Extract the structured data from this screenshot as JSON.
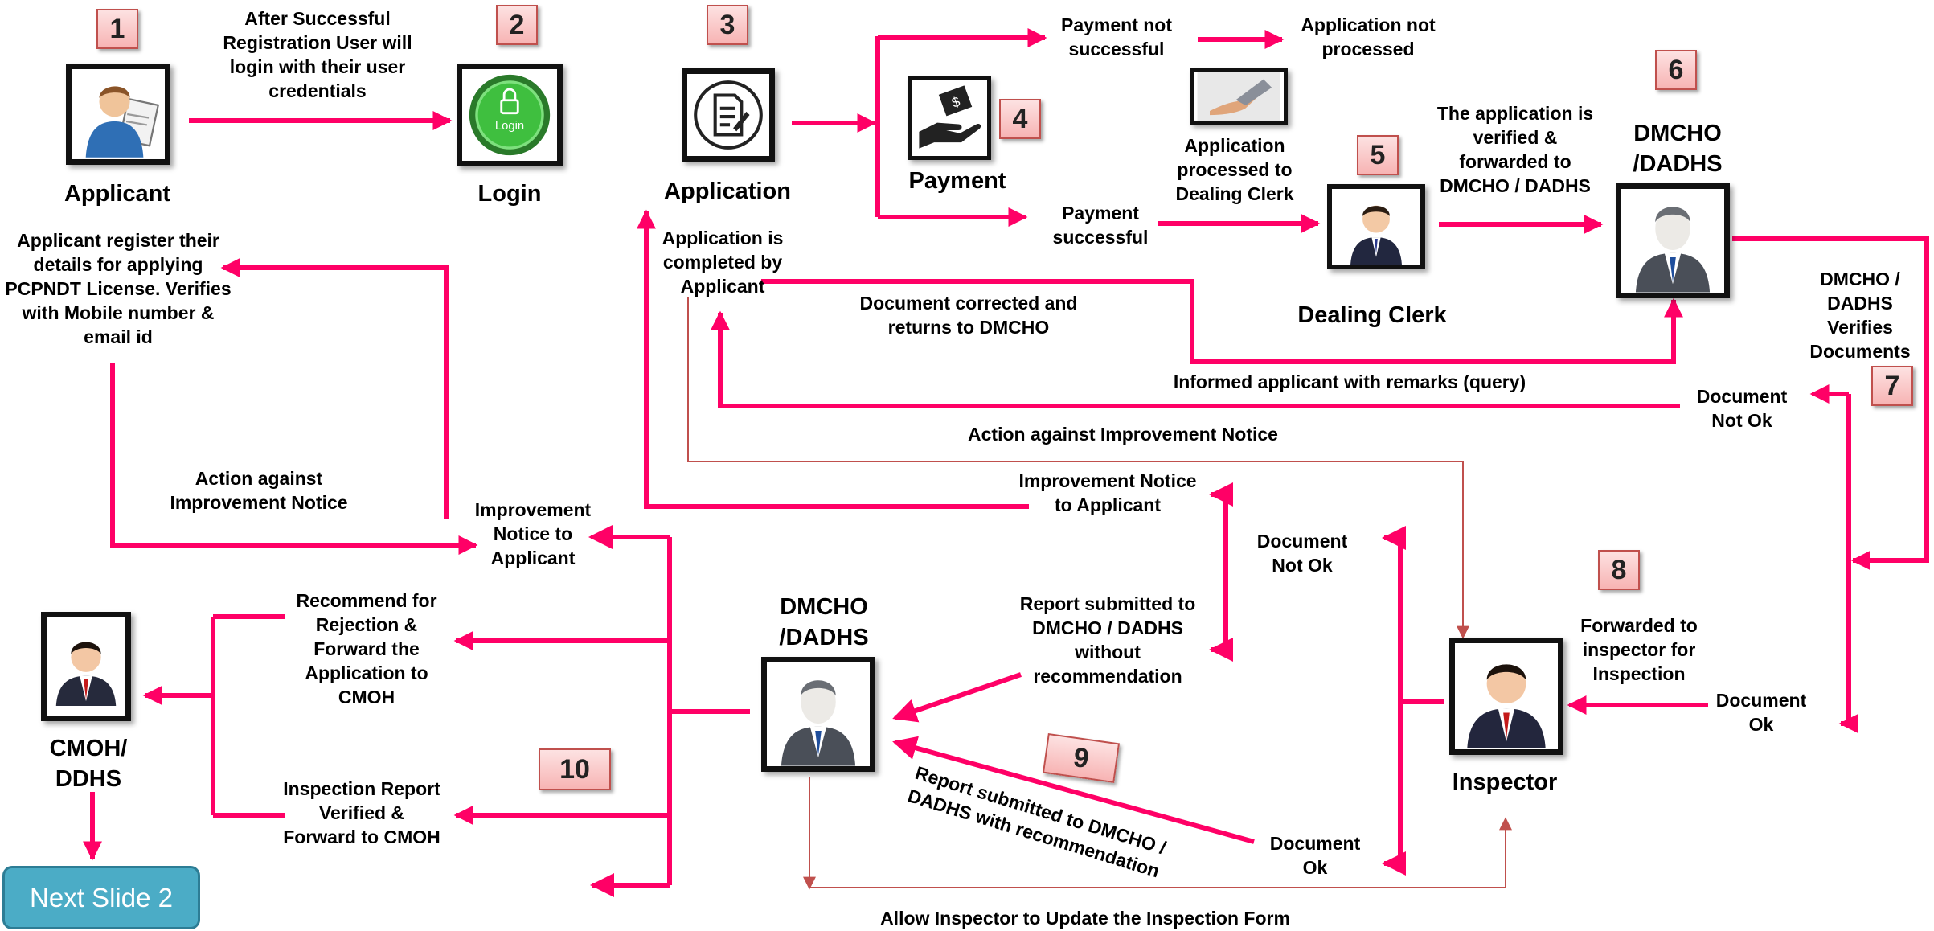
{
  "colors": {
    "connector": "#ff0066",
    "thin_connector": "#c0504d",
    "badge_fill": "#f7b4b4",
    "badge_border": "#c0504d",
    "next_button": "#4bacc6"
  },
  "steps": {
    "s1": "1",
    "s2": "2",
    "s3": "3",
    "s4": "4",
    "s5": "5",
    "s6": "6",
    "s7": "7",
    "s8": "8",
    "s9": "9",
    "s10": "10"
  },
  "nodes": {
    "applicant": {
      "label": "Applicant",
      "icon": "applicant-user-icon"
    },
    "login": {
      "label": "Login",
      "icon": "login-lock-button-icon"
    },
    "application": {
      "label": "Application",
      "icon": "application-document-icon"
    },
    "payment": {
      "label": "Payment",
      "icon": "payment-hand-icon"
    },
    "dealing_clerk": {
      "label": "Dealing Clerk",
      "icon": "clerk-person-icon"
    },
    "dmcho_top": {
      "label": "DMCHO\n/DADHS",
      "icon": "dmcho-officer-icon"
    },
    "dmcho_mid": {
      "label": "DMCHO\n/DADHS",
      "icon": "dmcho-officer-icon"
    },
    "inspector": {
      "label": "Inspector",
      "icon": "inspector-person-icon"
    },
    "cmoh": {
      "label": "CMOH/\nDDHS",
      "icon": "cmoh-person-icon"
    },
    "processed_icon": "hand-document-icon"
  },
  "texts": {
    "after_registration": "After Successful\nRegistration User will\nlogin with their user\ncredentials",
    "payment_not_successful": "Payment not\nsuccessful",
    "application_not_processed": "Application not\nprocessed",
    "application_processed": "Application\nprocessed to\nDealing Clerk",
    "verified_forwarded": "The application is\nverified &\nforwarded to\nDMCHO / DADHS",
    "payment_successful": "Payment\nsuccessful",
    "register_details": "Applicant register their\ndetails for applying\nPCPNDT License. Verifies\nwith Mobile number &\nemail id",
    "completed_by_applicant": "Application is\ncompleted by\nApplicant",
    "doc_corrected": "Document corrected and\nreturns to DMCHO",
    "dmcho_verifies": "DMCHO /\nDADHS Verifies\nDocuments",
    "informed_applicant": "Informed applicant with remarks (query)",
    "doc_not_ok_top": "Document\nNot Ok",
    "action_notice_mid": "Action against Improvement Notice",
    "action_notice_left": "Action against\nImprovement Notice",
    "improvement_notice_mid": "Improvement Notice\nto Applicant",
    "improvement_notice_left": "Improvement\nNotice to\nApplicant",
    "doc_not_ok_mid": "Document\nNot Ok",
    "report_without_rec": "Report submitted to\nDMCHO / DADHS\nwithout\nrecommendation",
    "recommend_rejection": "Recommend for\nRejection &\nForward the\nApplication to\nCMOH",
    "forwarded_inspector": "Forwarded to\ninspector for\nInspection",
    "doc_ok_right": "Document\nOk",
    "inspection_verified": "Inspection Report\nVerified &\nForward to CMOH",
    "report_with_rec": "Report submitted to DMCHO /\nDADHS with recommendation",
    "doc_ok_bottom": "Document\nOk",
    "allow_inspector": "Allow Inspector to Update the Inspection Form"
  },
  "next_slide": "Next Slide 2"
}
